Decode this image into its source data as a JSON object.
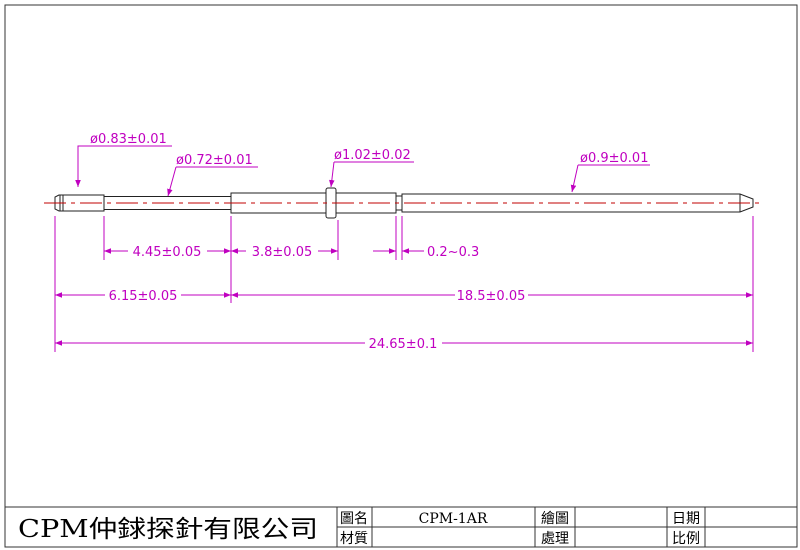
{
  "drawing": {
    "diameters": {
      "d1": "ø0.83±0.01",
      "d2": "ø0.72±0.01",
      "d3": "ø1.02±0.02",
      "d4": "ø0.9±0.01"
    },
    "dimensions": {
      "a": "4.45±0.05",
      "b": "3.8±0.05",
      "c": "0.2~0.3",
      "d": "6.15±0.05",
      "e": "18.5±0.05",
      "total": "24.65±0.1"
    }
  },
  "title_block": {
    "company": "CPM仲銶探針有限公司",
    "drawing_name_label": "圖名",
    "drawing_name_value": "CPM-1AR",
    "drawn_by_label": "繪圖",
    "date_label": "日期",
    "material_label": "材質",
    "treatment_label": "處理",
    "scale_label": "比例"
  },
  "colors": {
    "outline": "#222222",
    "dimension": "#c000c0",
    "centerline": "#c00000"
  }
}
